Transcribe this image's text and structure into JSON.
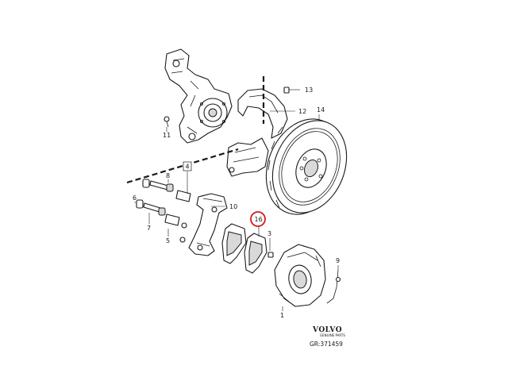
{
  "diagram": {
    "callouts": {
      "c1": "1",
      "c3": "3",
      "c4": "4",
      "c5": "5",
      "c6": "6",
      "c7": "7",
      "c8": "8",
      "c9": "9",
      "c10": "10",
      "c11": "11",
      "c12": "12",
      "c13": "13",
      "c14": "14",
      "c16": "16"
    },
    "highlight_callout": "16",
    "highlight_color": "#d21a1a",
    "brand": "VOLVO",
    "brand_sub": "GENUINE PARTS",
    "reference": "GR:371459"
  }
}
